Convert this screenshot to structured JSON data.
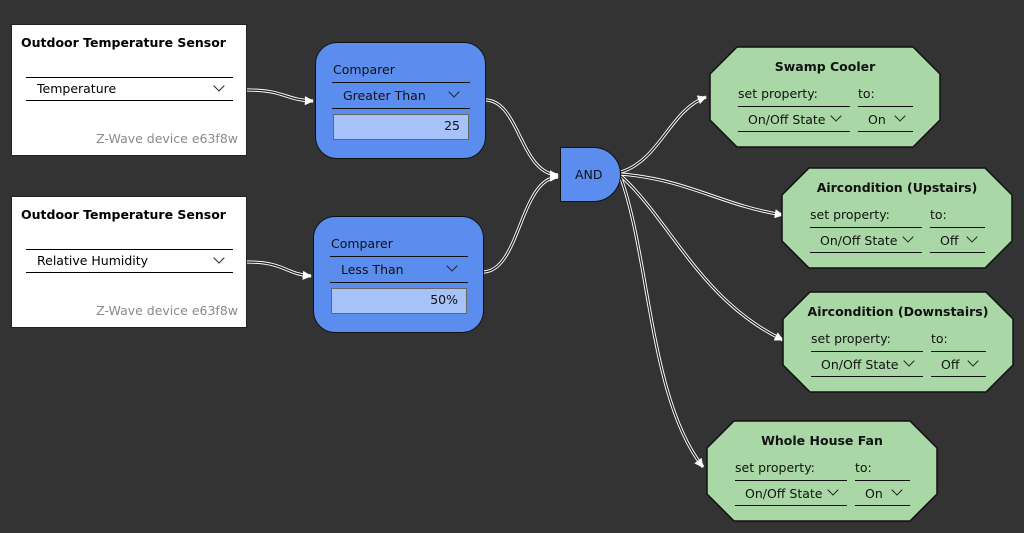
{
  "sensors": [
    {
      "title": "Outdoor Temperature Sensor",
      "property": "Temperature",
      "device": "Z-Wave device e63f8w"
    },
    {
      "title": "Outdoor Temperature Sensor",
      "property": "Relative Humidity",
      "device": "Z-Wave device e63f8w"
    }
  ],
  "comparers": [
    {
      "title": "Comparer",
      "operator": "Greater Than",
      "value": "25"
    },
    {
      "title": "Comparer",
      "operator": "Less Than",
      "value": "50%"
    }
  ],
  "gate": {
    "label": "AND"
  },
  "actions": [
    {
      "title": "Swamp Cooler",
      "set_label": "set property:",
      "to_label": "to:",
      "property": "On/Off State",
      "value": "On"
    },
    {
      "title": "Aircondition (Upstairs)",
      "set_label": "set property:",
      "to_label": "to:",
      "property": "On/Off State",
      "value": "Off"
    },
    {
      "title": "Aircondition (Downstairs)",
      "set_label": "set property:",
      "to_label": "to:",
      "property": "On/Off State",
      "value": "Off"
    },
    {
      "title": "Whole House Fan",
      "set_label": "set property:",
      "to_label": "to:",
      "property": "On/Off State",
      "value": "On"
    }
  ],
  "colors": {
    "background": "#333333",
    "logic_node": "#5b8def",
    "action_node": "#a9d8a6",
    "wire": "#ffffff"
  }
}
